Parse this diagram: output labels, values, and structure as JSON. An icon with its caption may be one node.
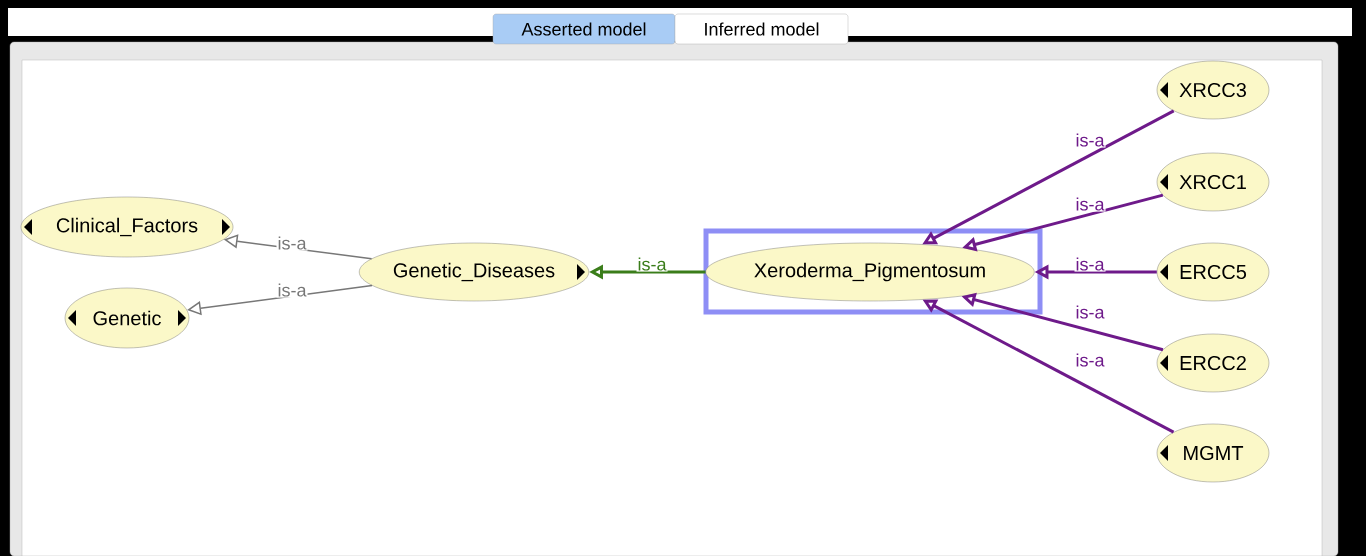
{
  "diagram": {
    "nodes": [
      {
        "text": [
          "Clinical_Factors"
        ]
      },
      {
        "text": [
          "Genetic"
        ]
      },
      {
        "text": [
          "Genetic_Diseases"
        ]
      },
      {
        "text": [
          "Xeroderma_Pigmentosum"
        ]
      },
      {
        "text": [
          "XRCC3"
        ]
      },
      {
        "text": [
          "XRCC1"
        ]
      },
      {
        "text": [
          "ERCC5"
        ]
      },
      {
        "text": [
          "ERCC2"
        ]
      },
      {
        "text": [
          "MGMT"
        ]
      }
    ],
    "edges": [
      {
        "from": 2,
        "to": 0,
        "arrow": "to",
        "label": "is-a",
        "color": "#777777"
      },
      {
        "from": 2,
        "to": 1,
        "arrow": "to",
        "label": "is-a",
        "color": "#777777"
      },
      {
        "from": 3,
        "to": 2,
        "arrow": "to",
        "label": "is-a",
        "color": "#3a7d1a"
      },
      {
        "from": 4,
        "to": 3,
        "arrow": "to",
        "label": "is-a"
      },
      {
        "from": 5,
        "to": 3,
        "arrow": "to",
        "label": "is-a"
      },
      {
        "from": 6,
        "to": 3,
        "arrow": "to",
        "label": "is-a"
      },
      {
        "from": 7,
        "to": 3,
        "arrow": "to",
        "label": "is-a"
      },
      {
        "from": 8,
        "to": 3,
        "arrow": "to",
        "label": "is-a"
      }
    ],
    "labels": [
      "Asserted model",
      "Inferred model"
    ]
  }
}
